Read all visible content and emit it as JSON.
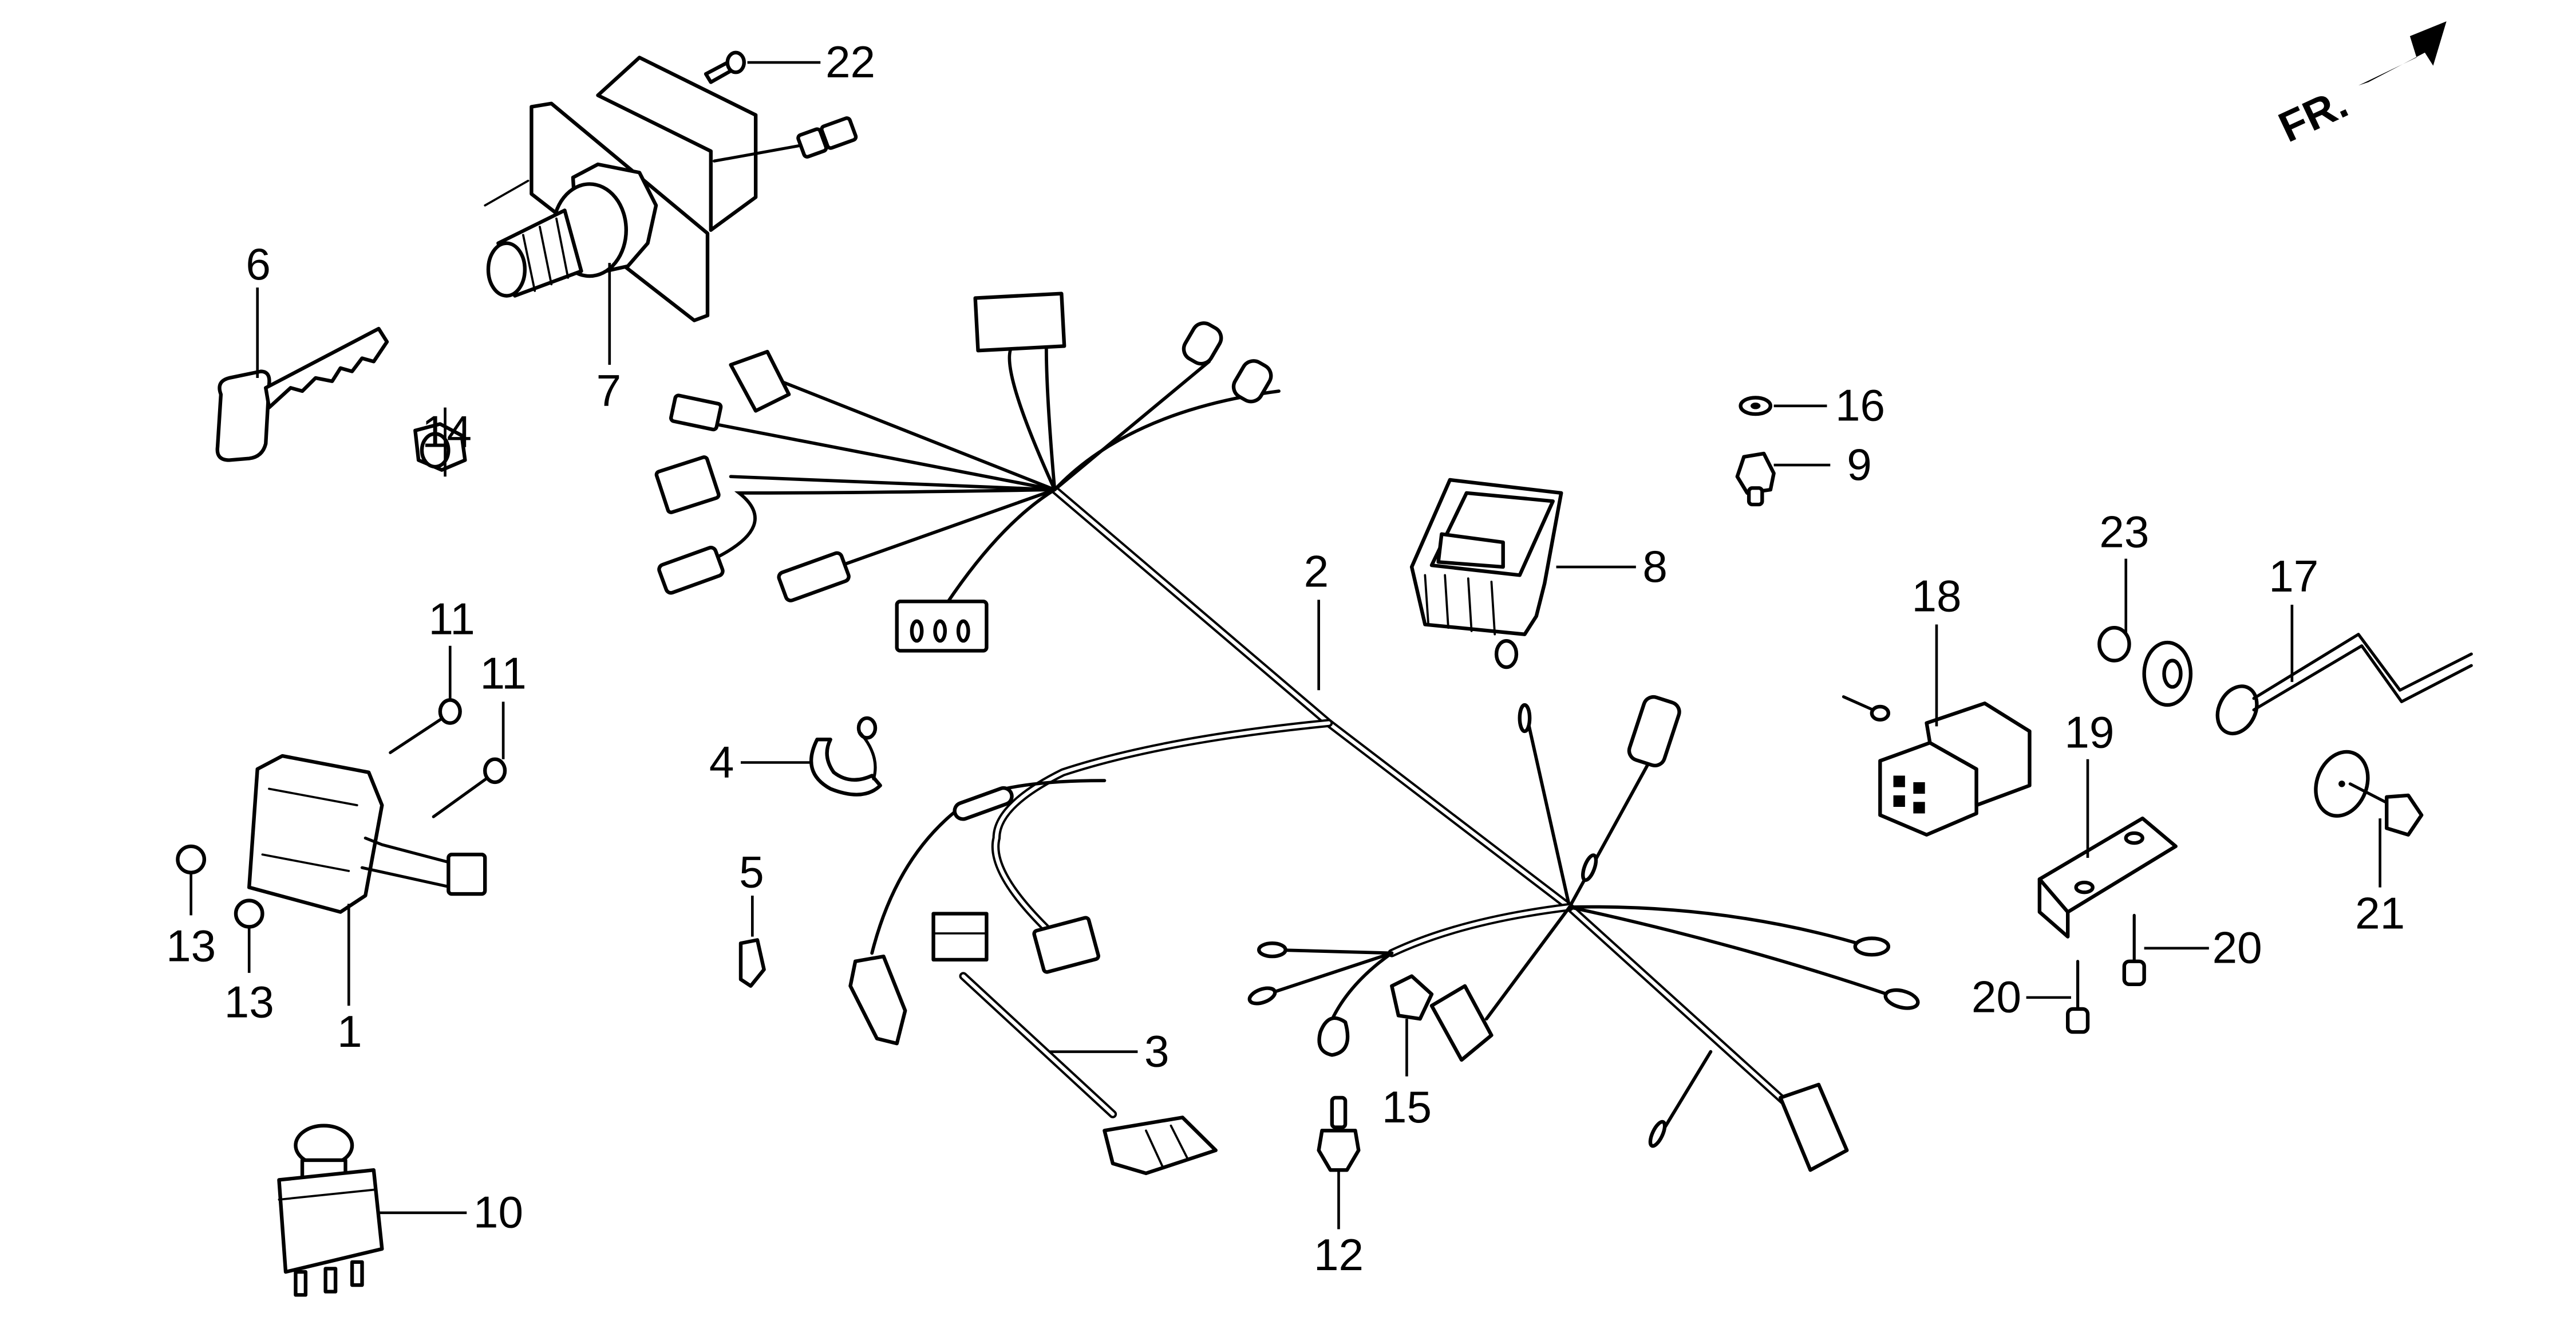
{
  "diagram": {
    "type": "exploded parts diagram",
    "subject": "wiring harness and electrical components",
    "direction_indicator": {
      "label": "FR.",
      "icon": "front-direction-arrow"
    }
  },
  "callouts": {
    "c1": "1",
    "c2": "2",
    "c3": "3",
    "c4": "4",
    "c5": "5",
    "c6": "6",
    "c7": "7",
    "c8": "8",
    "c9": "9",
    "c10": "10",
    "c11a": "11",
    "c11b": "11",
    "c12": "12",
    "c13a": "13",
    "c13b": "13",
    "c14": "14",
    "c15": "15",
    "c16": "16",
    "c17": "17",
    "c18": "18",
    "c19": "19",
    "c20a": "20",
    "c20b": "20",
    "c21": "21",
    "c22": "22",
    "c23": "23"
  },
  "parts": [
    {
      "no": "1",
      "depicts": "combination switch with lead"
    },
    {
      "no": "2",
      "depicts": "main wire harness"
    },
    {
      "no": "3",
      "depicts": "sub harness with connectors"
    },
    {
      "no": "4",
      "depicts": "harness clamp"
    },
    {
      "no": "5",
      "depicts": "fuse / terminal"
    },
    {
      "no": "6",
      "depicts": "key"
    },
    {
      "no": "7",
      "depicts": "ignition switch with mounting plate"
    },
    {
      "no": "8",
      "depicts": "rocker switch"
    },
    {
      "no": "9",
      "depicts": "sensor switch"
    },
    {
      "no": "10",
      "depicts": "push switch"
    },
    {
      "no": "11",
      "depicts": "screw"
    },
    {
      "no": "12",
      "depicts": "sensor / thermo switch"
    },
    {
      "no": "13",
      "depicts": "nut"
    },
    {
      "no": "14",
      "depicts": "hex nut"
    },
    {
      "no": "15",
      "depicts": "clip"
    },
    {
      "no": "16",
      "depicts": "washer"
    },
    {
      "no": "17",
      "depicts": "ground strap / rod"
    },
    {
      "no": "18",
      "depicts": "relay"
    },
    {
      "no": "19",
      "depicts": "relay bracket"
    },
    {
      "no": "20",
      "depicts": "bolt"
    },
    {
      "no": "21",
      "depicts": "bolt"
    },
    {
      "no": "22",
      "depicts": "screw"
    },
    {
      "no": "23",
      "depicts": "grommet / cap nut"
    }
  ]
}
